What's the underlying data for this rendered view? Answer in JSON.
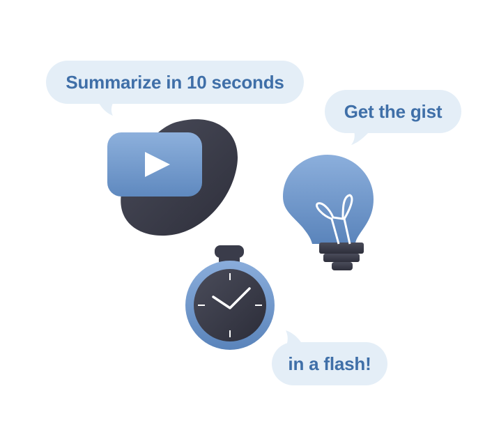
{
  "bubbles": {
    "summarize": "Summarize in 10 seconds",
    "gist": "Get the gist",
    "flash": "in a flash!"
  },
  "icons": {
    "video": "play-video-icon",
    "bulb": "lightbulb-icon",
    "timer": "stopwatch-icon"
  },
  "colors": {
    "bubble_bg": "#e4eef7",
    "bubble_text": "#3f6fa8",
    "accent_blue": "#6a94c9",
    "dark": "#3a3c4a"
  }
}
